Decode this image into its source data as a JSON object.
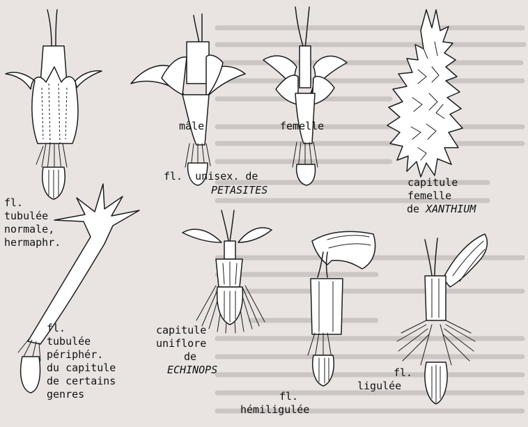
{
  "labels": {
    "tubulee": {
      "line1": "fl.",
      "line2": "tubulée",
      "line3": "normale,",
      "line4": "hermaphr."
    },
    "male": "mâle",
    "femelle": "femelle",
    "unisex": {
      "prefix": "fl.  unisex. de",
      "genus": "PETASITES"
    },
    "xanthium": {
      "line1": "capitule",
      "line2": "femelle",
      "line3_prefix": "de",
      "genus": "XANTHIUM"
    },
    "peripher": {
      "line1": "fl.",
      "line2": "tubulée",
      "line3": "périphér.",
      "line4": "du capitule",
      "line5": "de certains",
      "line6": "genres"
    },
    "echinops": {
      "line1": "capitule",
      "line2": "uniflore",
      "line3": "de",
      "genus": "ECHINOPS"
    },
    "hemiligulee": {
      "line1": "fl.",
      "line2": "hémiligulée"
    },
    "ligulee": {
      "line1": "fl.",
      "line2": "ligulée"
    }
  },
  "colors": {
    "background": "#e9e4e2",
    "ink": "#1c1c1c",
    "bleed_through": "#b3acab"
  }
}
